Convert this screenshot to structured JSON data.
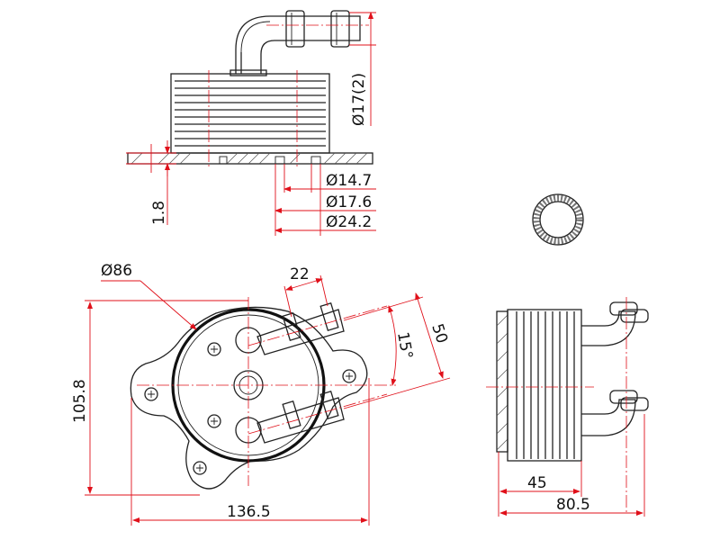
{
  "drawing": {
    "accent_color": "#e0101a",
    "line_color": "#222222",
    "background": "#ffffff"
  },
  "dimensions": {
    "tube_outer_top": "Ø17(2)",
    "bore_inner": "Ø14.7",
    "bore_mid": "Ø17.6",
    "bore_outer": "Ø24.2",
    "flange_thickness": "1.8",
    "body_diameter": "Ø86",
    "tube_length": "22",
    "tube_angle": "15°",
    "tube_spacing": "50",
    "overall_height": "105.8",
    "overall_width": "136.5",
    "stack_height": "45",
    "overall_depth": "80.5"
  }
}
